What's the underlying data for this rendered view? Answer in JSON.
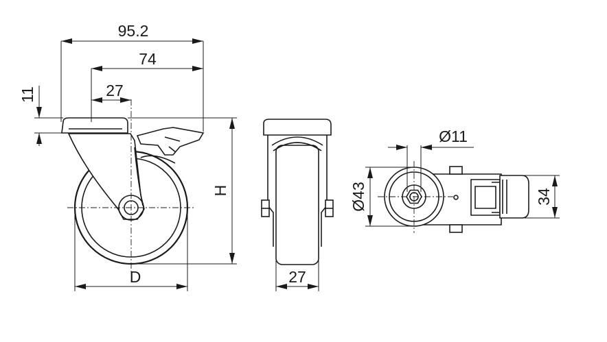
{
  "drawing": {
    "dimensions": {
      "overall_width": "95.2",
      "mount_offset": "74",
      "axle_offset": "27",
      "plate_height": "11",
      "height": "H",
      "diameter": "D",
      "wheel_width": "27",
      "bolt_hole": "Ø11",
      "plate_diameter": "Ø43",
      "brake_width": "34"
    }
  }
}
